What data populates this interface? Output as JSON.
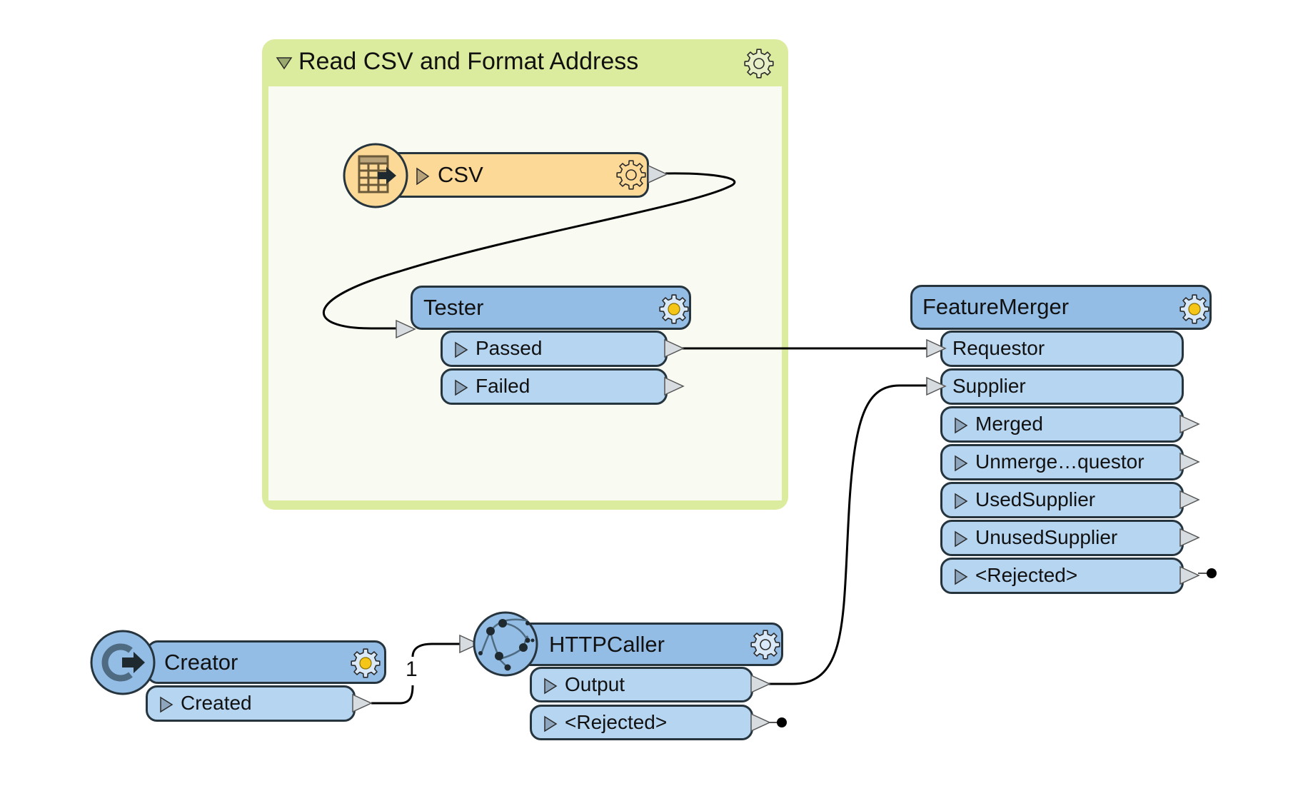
{
  "bookmark": {
    "title": "Read CSV and Format Address",
    "collapse_icon": "triangle-down-icon",
    "settings_icon": "gear-icon",
    "header_color": "#dcec9e",
    "body_color": "#f9fbf2"
  },
  "transformers": {
    "csv": {
      "name": "CSV",
      "type": "reader",
      "icon": "table-arrow-icon",
      "color": "#fdd998"
    },
    "tester": {
      "name": "Tester",
      "outputs": [
        "Passed",
        "Failed"
      ]
    },
    "featuremerger": {
      "name": "FeatureMerger",
      "inputs": [
        "Requestor",
        "Supplier"
      ],
      "outputs": [
        "Merged",
        "Unmerge…questor",
        "UsedSupplier",
        "UnusedSupplier",
        "<Rejected>"
      ]
    },
    "creator": {
      "name": "Creator",
      "icon": "power-arrow-icon",
      "outputs": [
        "Created"
      ]
    },
    "httpcaller": {
      "name": "HTTPCaller",
      "icon": "network-globe-icon",
      "outputs": [
        "Output",
        "<Rejected>"
      ]
    }
  },
  "connections": [
    {
      "from": "CSV",
      "to": "Tester"
    },
    {
      "from": "Tester.Passed",
      "to": "FeatureMerger.Requestor"
    },
    {
      "from": "Creator.Created",
      "to": "HTTPCaller",
      "label": "1"
    },
    {
      "from": "HTTPCaller.Output",
      "to": "FeatureMerger.Supplier"
    }
  ],
  "colors": {
    "transformer": "#94bde6",
    "port_row": "#b6d5f0",
    "reader": "#fdd998",
    "border": "#26343d",
    "gear_dot": "#f5c518"
  }
}
